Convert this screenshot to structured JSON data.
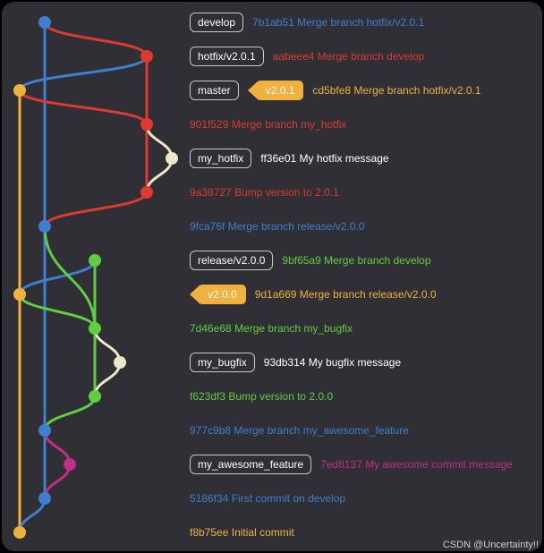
{
  "colors": {
    "background": "#2f2f35",
    "master": "#f0b13e",
    "develop": "#3f7fd0",
    "hotfix": "#de3a2f",
    "release": "#5fcf3f",
    "feature": "#c12f86",
    "bugfix_hotfix": "#efe6c8",
    "label_border": "#c9c9c9"
  },
  "commits": [
    {
      "id": "c1",
      "lane": "develop",
      "label": "develop",
      "tag": "",
      "hash": "7b1ab51",
      "message": "Merge branch hotfix/v2.0.1",
      "color": "#3f7fd0"
    },
    {
      "id": "c2",
      "lane": "hotfix",
      "label": "hotfix/v2.0.1",
      "tag": "",
      "hash": "aabeee4",
      "message": "Merge branch develop",
      "color": "#de3a2f"
    },
    {
      "id": "c3",
      "lane": "master",
      "label": "master",
      "tag": "v2.0.1",
      "hash": "cd5bfe8",
      "message": "Merge branch hotfix/v2.0.1",
      "color": "#f0b13e"
    },
    {
      "id": "c4",
      "lane": "hotfix",
      "label": "",
      "tag": "",
      "hash": "901f529",
      "message": "Merge branch my_hotfix",
      "color": "#de3a2f"
    },
    {
      "id": "c5",
      "lane": "my_hotfix",
      "label": "my_hotfix",
      "tag": "",
      "hash": "ff36e01",
      "message": "My hotfix message",
      "color": "#ffffff"
    },
    {
      "id": "c6",
      "lane": "hotfix",
      "label": "",
      "tag": "",
      "hash": "9a38727",
      "message": "Bump version to 2.0.1",
      "color": "#de3a2f"
    },
    {
      "id": "c7",
      "lane": "develop",
      "label": "",
      "tag": "",
      "hash": "9fca76f",
      "message": "Merge branch release/v2.0.0",
      "color": "#3f7fd0"
    },
    {
      "id": "c8",
      "lane": "release",
      "label": "release/v2.0.0",
      "tag": "",
      "hash": "9bf65a9",
      "message": "Merge branch develop",
      "color": "#5fcf3f"
    },
    {
      "id": "c9",
      "lane": "master",
      "label": "",
      "tag": "v2.0.0",
      "hash": "9d1a669",
      "message": "Merge branch release/v2.0.0",
      "color": "#f0b13e"
    },
    {
      "id": "c10",
      "lane": "release",
      "label": "",
      "tag": "",
      "hash": "7d46e68",
      "message": "Merge branch my_bugfix",
      "color": "#5fcf3f"
    },
    {
      "id": "c11",
      "lane": "my_bugfix",
      "label": "my_bugfix",
      "tag": "",
      "hash": "93db314",
      "message": "My bugfix message",
      "color": "#ffffff"
    },
    {
      "id": "c12",
      "lane": "release",
      "label": "",
      "tag": "",
      "hash": "f623df3",
      "message": "Bump version to 2.0.0",
      "color": "#5fcf3f"
    },
    {
      "id": "c13",
      "lane": "develop",
      "label": "",
      "tag": "",
      "hash": "977c9b8",
      "message": "Merge branch my_awesome_feature",
      "color": "#3f7fd0"
    },
    {
      "id": "c14",
      "lane": "feature",
      "label": "my_awesome_feature",
      "tag": "",
      "hash": "7ed8137",
      "message": "My awesome commit message",
      "color": "#c12f86"
    },
    {
      "id": "c15",
      "lane": "develop",
      "label": "",
      "tag": "",
      "hash": "5186f34",
      "message": "First commit on develop",
      "color": "#3f7fd0"
    },
    {
      "id": "c16",
      "lane": "master",
      "label": "",
      "tag": "",
      "hash": "f8b75ee",
      "message": "Initial commit",
      "color": "#f0b13e"
    }
  ],
  "watermark": "CSDN @Uncertainty!!"
}
